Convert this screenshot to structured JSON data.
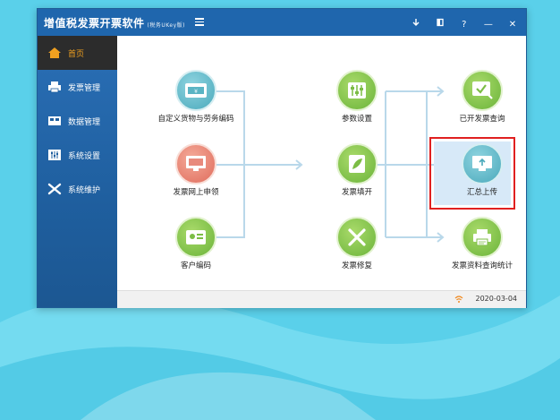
{
  "app": {
    "title": "增值税发票开票软件",
    "title_suffix": "(税务UKey版)",
    "titlebar_buttons": [
      "download-icon",
      "pin-icon",
      "help-icon",
      "minimize-icon",
      "close-icon"
    ]
  },
  "sidebar": {
    "items": [
      {
        "label": "首页",
        "icon": "home-icon",
        "active": true
      },
      {
        "label": "发票管理",
        "icon": "invoice-printer-icon"
      },
      {
        "label": "数据管理",
        "icon": "database-icon"
      },
      {
        "label": "系统设置",
        "icon": "sliders-icon"
      },
      {
        "label": "系统维护",
        "icon": "wrench-icon"
      }
    ]
  },
  "tiles": {
    "custom_goods": "自定义货物与劳务编码",
    "invoice_apply": "发票网上申领",
    "customer_code": "客户编码",
    "param_settings": "参数设置",
    "invoice_fill": "发票填开",
    "invoice_repair": "发票修复",
    "issued_query": "已开发票查询",
    "summary_upload": "汇总上传",
    "invoice_stats": "发票资料查询统计"
  },
  "status": {
    "date": "2020-03-04"
  },
  "colors": {
    "titlebar": "#1f66ad",
    "sidebar": "#2a6fb6",
    "active_nav": "#2c2c2c",
    "active_text": "#f0a020",
    "green_icon": "#7cbd45",
    "red_icon": "#e06c5c",
    "teal_icon": "#4aa9bb",
    "highlight_border": "#e02020"
  }
}
